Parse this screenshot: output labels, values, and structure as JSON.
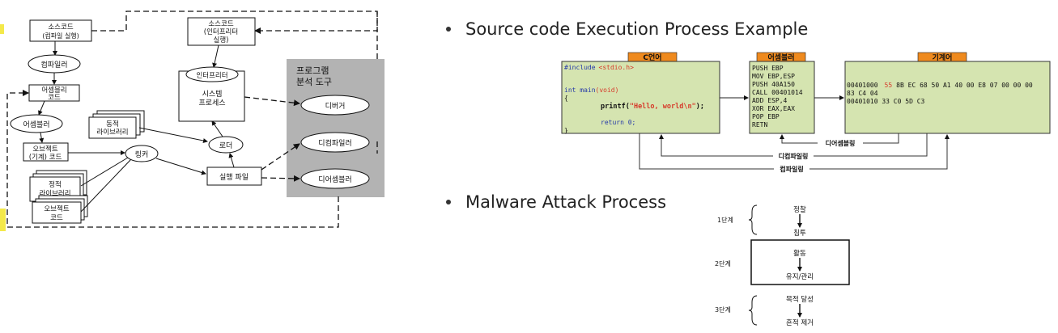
{
  "compile_diagram": {
    "source_compile": [
      "소스코드",
      "(컴파일 실행)"
    ],
    "compiler": "컴파일러",
    "assembly_code": [
      "어셈블리",
      "코드"
    ],
    "assembler": "어셈블러",
    "object_machine_code": [
      "오브젝트",
      "(기계) 코드"
    ],
    "static_library": [
      "정적",
      "라이브러리"
    ],
    "object_code": [
      "오브젝트",
      "코드"
    ],
    "dynamic_library": [
      "동적",
      "라이브러리"
    ],
    "linker": "링커",
    "loader": "로더",
    "executable": "실행 파일",
    "source_interpreter": [
      "소스코드",
      "(인터프리터",
      "실행)"
    ],
    "interpreter": "인터프리터",
    "system_process": [
      "시스템",
      "프로세스"
    ],
    "tools_title": [
      "프로그램",
      "분석 도구"
    ],
    "debugger": "디버거",
    "decompiler": "디컴파일러",
    "disassembler": "디어셈블러"
  },
  "bullets": {
    "execution": "Source code Execution Process Example",
    "malware": "Malware Attack Process"
  },
  "execution_example": {
    "c_header": "C언어",
    "asm_header": "어셈블러",
    "machine_header": "기계어",
    "c_include_kw": "#include",
    "c_include_arg": "<stdio.h>",
    "c_main": "int main(void)",
    "c_main_kw": "int main",
    "c_main_arg": "(void)",
    "c_brace_open": "{",
    "c_printf": "printf(",
    "c_printf_str": "\"Hello, world\\n\"",
    "c_printf_end": ");",
    "c_return": "return 0;",
    "c_brace_close": "}",
    "asm_lines": [
      "PUSH EBP",
      "MOV EBP,ESP",
      "PUSH 40A150",
      "CALL 00401014",
      "ADD ESP,4",
      "XOR EAX,EAX",
      "POP EBP",
      "RETN"
    ],
    "mc_line1_addr": "00401000",
    "mc_line1_hl": "55",
    "mc_line1_rest": "8B EC 68 50 A1 40 00 E8 07 00 00 00",
    "mc_line2": "83 C4 04",
    "mc_line3": "00401010  33 C0 5D C3",
    "disassemble": "디어셈블링",
    "decompile": "디컴파일링",
    "compile": "컴파일링",
    "colors": {
      "box_fill": "#d5e4b0",
      "header_fill": "#ef8a1e",
      "highlight": "#d63a2a"
    }
  },
  "malware_process": {
    "stage1": "1단계",
    "stage2": "2단계",
    "stage3": "3단계",
    "recon": "정찰",
    "intrusion": "침투",
    "activity": "활동",
    "maintain": "유지/관리",
    "goal": "목적 달성",
    "trace_removal": "흔적 제거"
  }
}
